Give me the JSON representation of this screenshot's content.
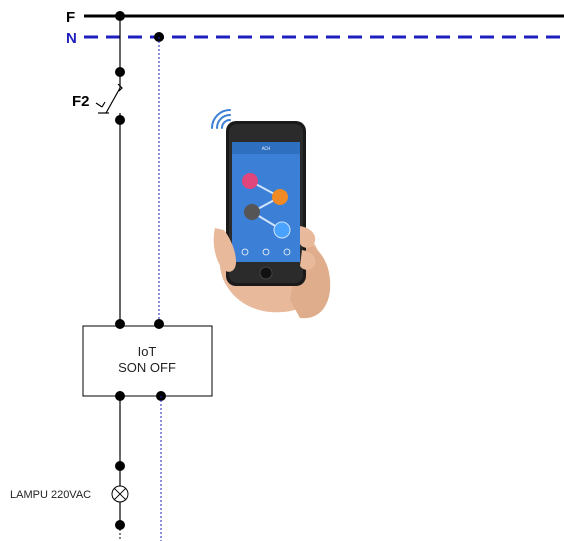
{
  "labels": {
    "phase": "F",
    "neutral": "N",
    "breaker": "F2",
    "device_line1": "IoT",
    "device_line2": "SON OFF",
    "lamp": "LAMPU 220VAC"
  },
  "colors": {
    "phase_line": "#000000",
    "neutral_line": "#1f1fbf",
    "neutral_label": "#1f1fbf",
    "phone_screen": "#3b7fd6",
    "phone_body": "#1a1a1a"
  },
  "icons": {
    "wifi": "wifi-signal-icon",
    "lamp": "lamp-symbol-icon",
    "breaker": "circuit-breaker-icon"
  }
}
